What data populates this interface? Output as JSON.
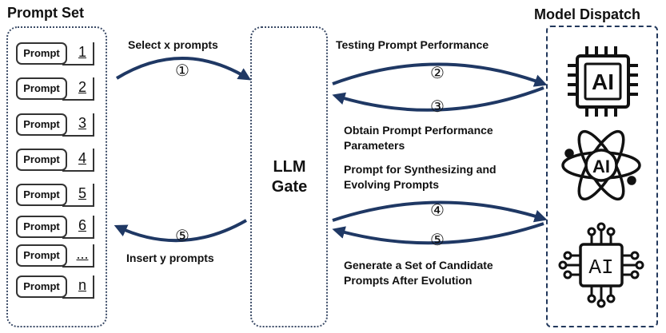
{
  "prompt_set": {
    "title": "Prompt Set",
    "items": [
      {
        "label": "Prompt",
        "index": "1"
      },
      {
        "label": "Prompt",
        "index": "2"
      },
      {
        "label": "Prompt",
        "index": "3"
      },
      {
        "label": "Prompt",
        "index": "4"
      },
      {
        "label": "Prompt",
        "index": "5"
      },
      {
        "label": "Prompt",
        "index": "6"
      },
      {
        "label": "Prompt",
        "index": "..."
      },
      {
        "label": "Prompt",
        "index": "n"
      }
    ]
  },
  "gate": {
    "line1": "LLM",
    "line2": "Gate"
  },
  "model_dispatch": {
    "title": "Model Dispatch",
    "icons": [
      "ai-chip-icon",
      "ai-atom-icon",
      "ai-circuit-icon"
    ],
    "icon_text": "AI"
  },
  "arrows": {
    "select": {
      "step": "①",
      "label": "Select x prompts"
    },
    "insert": {
      "step": "⑤",
      "label": "Insert y prompts"
    },
    "testing": {
      "step": "②",
      "label": "Testing Prompt Performance"
    },
    "obtain": {
      "step": "③",
      "label_line1": "Obtain Prompt Performance",
      "label_line2": "Parameters"
    },
    "synth": {
      "step": "④",
      "label_line1": "Prompt for Synthesizing and",
      "label_line2": "Evolving Prompts"
    },
    "generate": {
      "step": "⑤",
      "label_line1": "Generate a Set of Candidate",
      "label_line2": "Prompts After Evolution"
    }
  },
  "colors": {
    "arrow": "#1f3864",
    "text": "#111111",
    "panel_border": "#22385c"
  }
}
